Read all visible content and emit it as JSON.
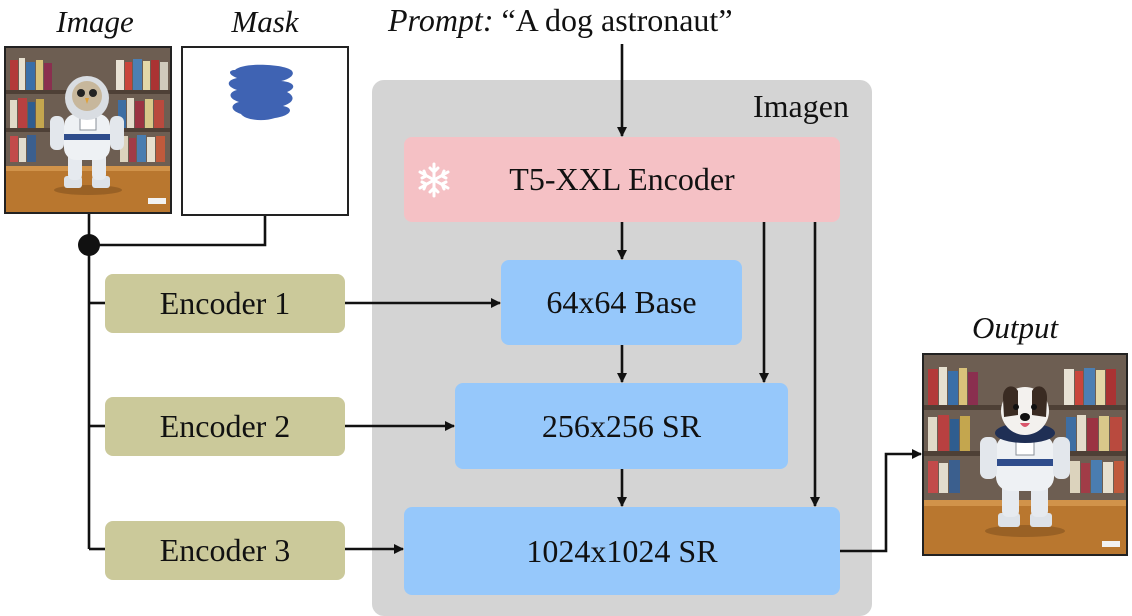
{
  "labels": {
    "image": "Image",
    "mask": "Mask",
    "prompt_prefix": "Prompt:",
    "prompt_text": "“A dog astronaut”",
    "output": "Output",
    "imagen": "Imagen"
  },
  "blocks": {
    "t5": "T5-XXL Encoder",
    "base": "64x64 Base",
    "sr256": "256x256 SR",
    "sr1024": "1024x1024 SR",
    "enc1": "Encoder 1",
    "enc2": "Encoder 2",
    "enc3": "Encoder 3"
  },
  "icons": {
    "frozen": "snowflake-icon"
  },
  "colors": {
    "imagen_bg": "#d4d4d4",
    "t5": "#f5c1c5",
    "unet": "#96c8fb",
    "encoder": "#cbc99a",
    "mask_blob": "#3f63b3"
  }
}
